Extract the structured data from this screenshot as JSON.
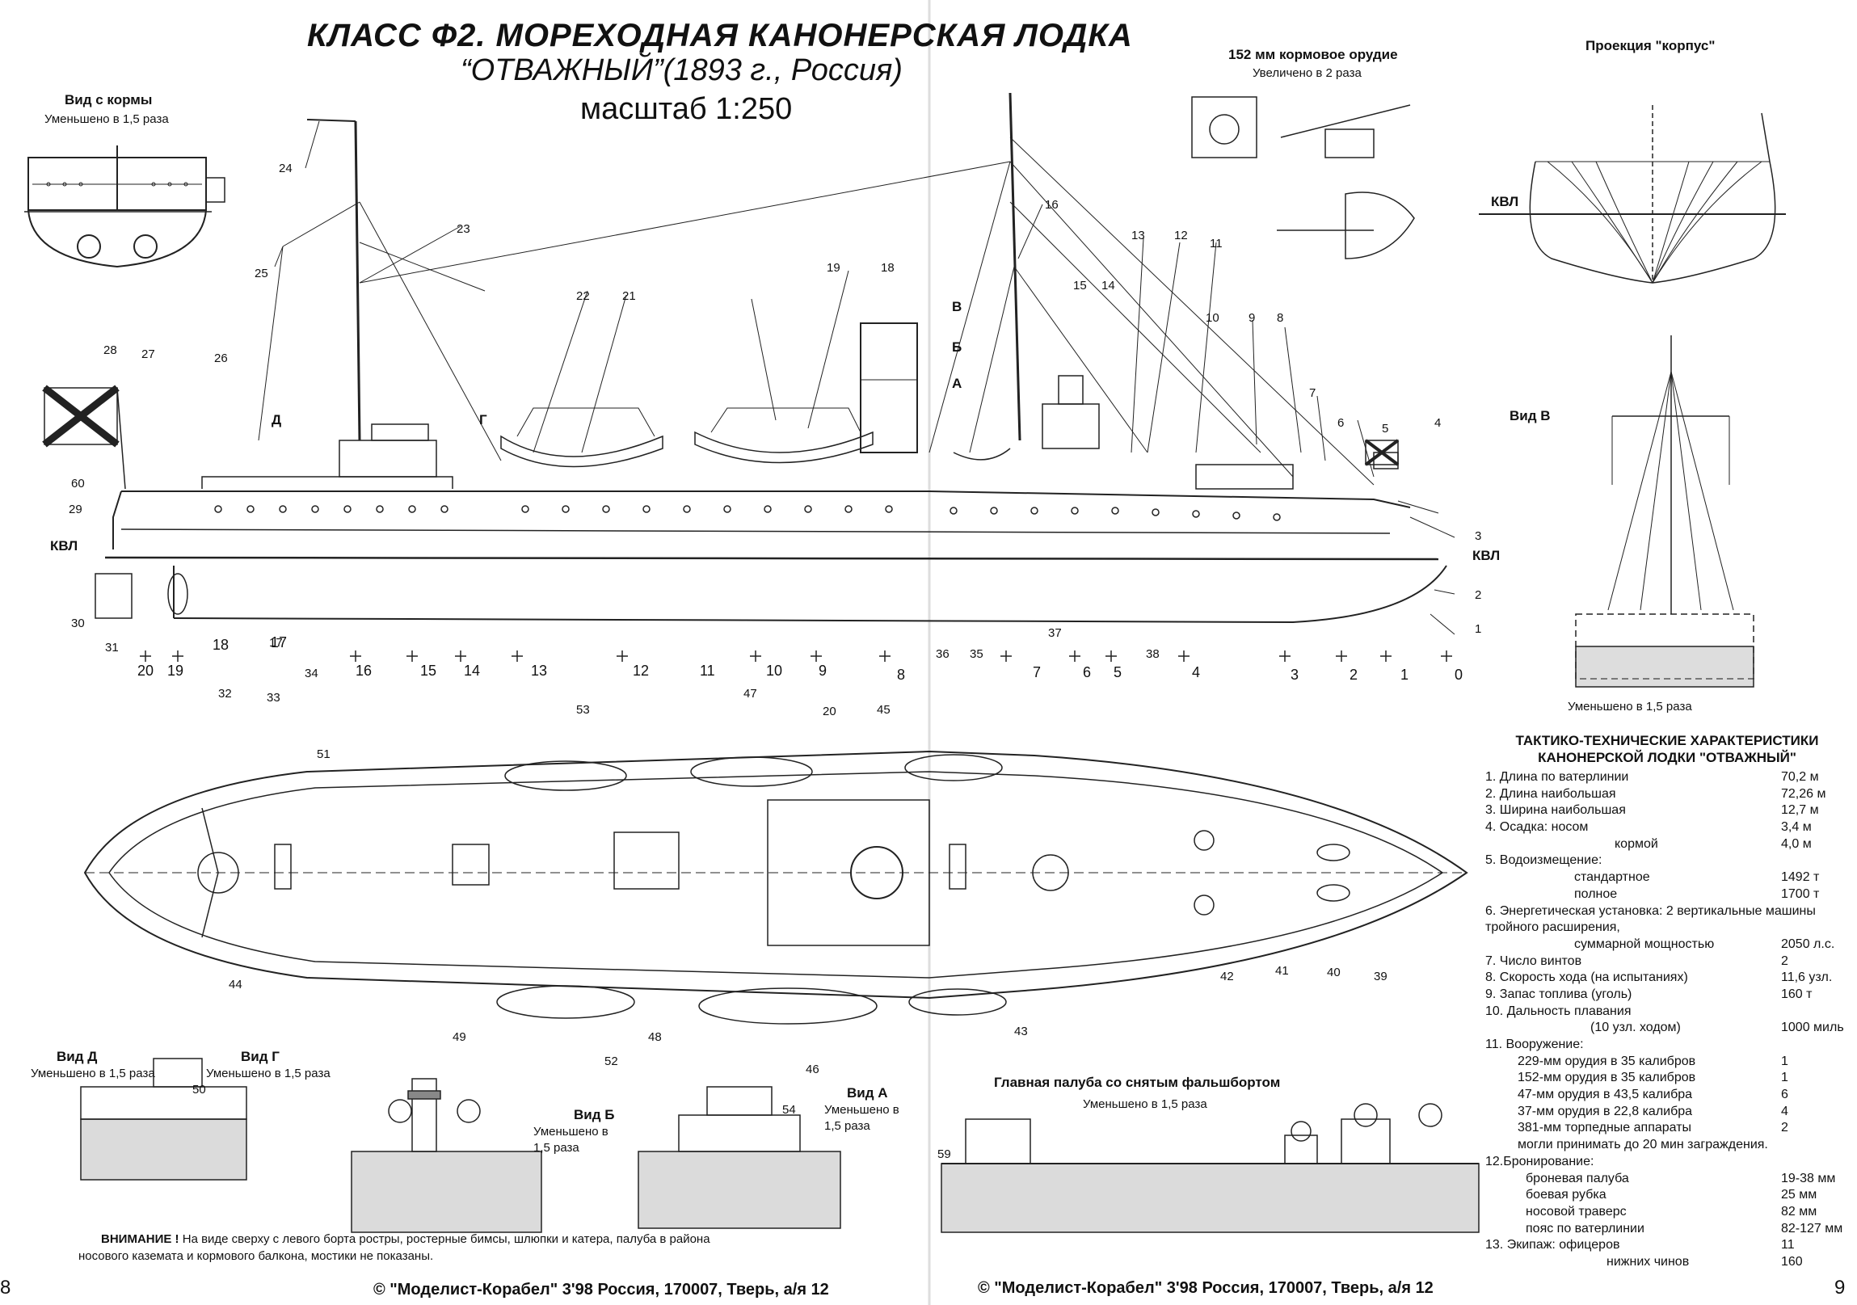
{
  "title": {
    "line1": "КЛАСС Ф2. МОРЕХОДНАЯ КАНОНЕРСКАЯ ЛОДКА",
    "line2": "“ОТВАЖНЫЙ”(1893 г., Россия)",
    "scale": "масштаб 1:250"
  },
  "views": {
    "stern_view": "Вид с кормы",
    "stern_view_scale": "Уменьшено в 1,5 раза",
    "gun_152": "152 мм кормовое орудие",
    "gun_152_scale": "Увеличено в 2 раза",
    "body_plan": "Проекция \"корпус\"",
    "view_v": "Вид В",
    "view_v_scale": "Уменьшено в 1,5 раза",
    "view_d": "Вид Д",
    "view_d_scale": "Уменьшено в 1,5 раза",
    "view_g": "Вид Г",
    "view_g_scale": "Уменьшено в 1,5 раза",
    "view_b": "Вид Б",
    "view_b_scale_1": "Уменьшено в",
    "view_b_scale_2": "1,5 раза",
    "view_a": "Вид А",
    "view_a_scale_1": "Уменьшено в",
    "view_a_scale_2": "1,5 раза",
    "main_deck": "Главная палуба со снятым фальшбортом",
    "main_deck_scale": "Уменьшено в 1,5 раза"
  },
  "markers": {
    "kvl": "КВЛ",
    "d": "Д",
    "g": "Г",
    "v": "В",
    "b": "Б",
    "a": "А"
  },
  "frame_numbers": [
    "20",
    "19",
    "18",
    "17",
    "16",
    "15",
    "14",
    "13",
    "12",
    "11",
    "10",
    "9",
    "8",
    "7",
    "6",
    "5",
    "4",
    "3",
    "2",
    "1",
    "0"
  ],
  "callouts": [
    "1",
    "2",
    "3",
    "4",
    "5",
    "6",
    "7",
    "8",
    "9",
    "10",
    "11",
    "12",
    "13",
    "14",
    "15",
    "16",
    "17",
    "18",
    "19",
    "20",
    "21",
    "22",
    "23",
    "24",
    "25",
    "26",
    "27",
    "28",
    "29",
    "30",
    "31",
    "32",
    "33",
    "34",
    "35",
    "36",
    "37",
    "38",
    "39",
    "40",
    "41",
    "42",
    "43",
    "44",
    "45",
    "46",
    "47",
    "48",
    "49",
    "50",
    "51",
    "52",
    "53",
    "54",
    "59",
    "60"
  ],
  "warning": {
    "label": "ВНИМАНИЕ !",
    "text_1": "На виде сверху с левого борта ростры, ростерные бимсы, шлюпки и катера, палуба в района",
    "text_2": "носового каземата и кормового балкона, мостики не показаны."
  },
  "specs": {
    "header_1": "ТАКТИКО-ТЕХНИЧЕСКИЕ  ХАРАКТЕРИСТИКИ",
    "header_2": "КАНОНЕРСКОЙ ЛОДКИ \"ОТВАЖНЫЙ\"",
    "rows": [
      {
        "k": "1. Длина по ватерлинии",
        "v": "70,2 м",
        "indent": 0
      },
      {
        "k": "2. Длина наибольшая",
        "v": "72,26 м",
        "indent": 0
      },
      {
        "k": "3. Ширина наибольшая",
        "v": "12,7 м",
        "indent": 0
      },
      {
        "k": "4. Осадка:          носом",
        "v": "3,4 м",
        "indent": 0
      },
      {
        "k": "кормой",
        "v": "4,0 м",
        "indent": 160
      },
      {
        "k": "5. Водоизмещение:",
        "v": "",
        "indent": 0
      },
      {
        "k": "стандартное",
        "v": "1492 т",
        "indent": 110
      },
      {
        "k": "полное",
        "v": "1700 т",
        "indent": 110
      },
      {
        "k": "6. Энергетическая установка: 2 вертикальные машины",
        "v": "",
        "indent": 0
      },
      {
        "k": "тройного расширения,",
        "v": "",
        "indent": 0
      },
      {
        "k": "суммарной мощностью",
        "v": "2050 л.с.",
        "indent": 110
      },
      {
        "k": "7. Число винтов",
        "v": "2",
        "indent": 0
      },
      {
        "k": "8. Скорость хода (на испытаниях)",
        "v": "11,6 узл.",
        "indent": 0
      },
      {
        "k": "9. Запас топлива (уголь)",
        "v": "160 т",
        "indent": 0
      },
      {
        "k": "10. Дальность плавания",
        "v": "",
        "indent": 0
      },
      {
        "k": "(10 узл. ходом)",
        "v": "1000 миль",
        "indent": 130
      },
      {
        "k": "11. Вооружение:",
        "v": "",
        "indent": 0
      },
      {
        "k": "229-мм орудия в 35 калибров",
        "v": "1",
        "indent": 40
      },
      {
        "k": "152-мм орудия в 35 калибров",
        "v": "1",
        "indent": 40
      },
      {
        "k": "47-мм орудия в 43,5 калибра",
        "v": "6",
        "indent": 40
      },
      {
        "k": "37-мм орудия в 22,8 калибра",
        "v": "4",
        "indent": 40
      },
      {
        "k": "381-мм торпедные аппараты",
        "v": "2",
        "indent": 40
      },
      {
        "k": "могли принимать до 20 мин заграждения.",
        "v": "",
        "indent": 40
      },
      {
        "k": "12.Бронирование:",
        "v": "",
        "indent": 0
      },
      {
        "k": "броневая палуба",
        "v": "19-38 мм",
        "indent": 50
      },
      {
        "k": "боевая рубка",
        "v": "25 мм",
        "indent": 50
      },
      {
        "k": "носовой траверс",
        "v": "82 мм",
        "indent": 50
      },
      {
        "k": "пояс по ватерлинии",
        "v": "82-127 мм",
        "indent": 50
      },
      {
        "k": "13. Экипаж:          офицеров",
        "v": "11",
        "indent": 0
      },
      {
        "k": "нижних чинов",
        "v": "160",
        "indent": 150
      }
    ]
  },
  "footer": {
    "left": "© \"Моделист-Корабел\" 3'98 Россия, 170007,  Тверь, а/я 12",
    "right": "© \"Моделист-Корабел\" 3'98 Россия, 170007,  Тверь, а/я 12",
    "page_left": "8",
    "page_right": "9"
  }
}
